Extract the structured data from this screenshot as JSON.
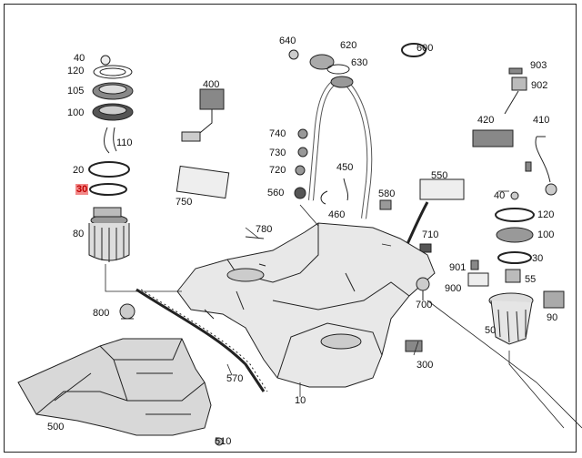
{
  "diagram": {
    "highlight_color": "#f28a8a",
    "highlight_text_color": "#c00000",
    "line_color": "#222222"
  },
  "labels": {
    "p40a": "40",
    "p120a": "120",
    "p105": "105",
    "p100a": "100",
    "p110": "110",
    "p20": "20",
    "p30a": "30",
    "p80": "80",
    "p800": "800",
    "p500": "500",
    "p400": "400",
    "p750": "750",
    "p640": "640",
    "p620": "620",
    "p630": "630",
    "p600": "600",
    "p740": "740",
    "p730": "730",
    "p720": "720",
    "p560": "560",
    "p450": "450",
    "p460": "460",
    "p580": "580",
    "p550": "550",
    "p710": "710",
    "p780": "780",
    "p903": "903",
    "p902": "902",
    "p420": "420",
    "p410": "410",
    "p40b": "40",
    "p120b": "120",
    "p100b": "100",
    "p30b": "30",
    "p901": "901",
    "p55": "55",
    "p900": "900",
    "p50": "50",
    "p90": "90",
    "p700": "700",
    "p300": "300",
    "p570": "570",
    "p10": "10",
    "p510": "510"
  }
}
